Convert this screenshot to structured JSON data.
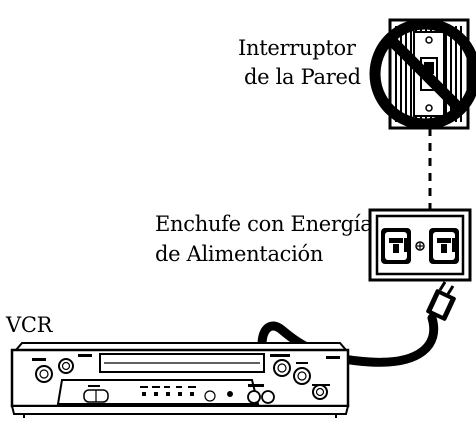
{
  "labels": {
    "wall_switch_line1": "Interruptor",
    "wall_switch_line2": "de la Pared",
    "outlet_line1": "Enchufe con Energía",
    "outlet_line2": "de Alimentación",
    "vcr": "VCR"
  },
  "colors": {
    "ink": "#000000",
    "paper": "#ffffff"
  }
}
